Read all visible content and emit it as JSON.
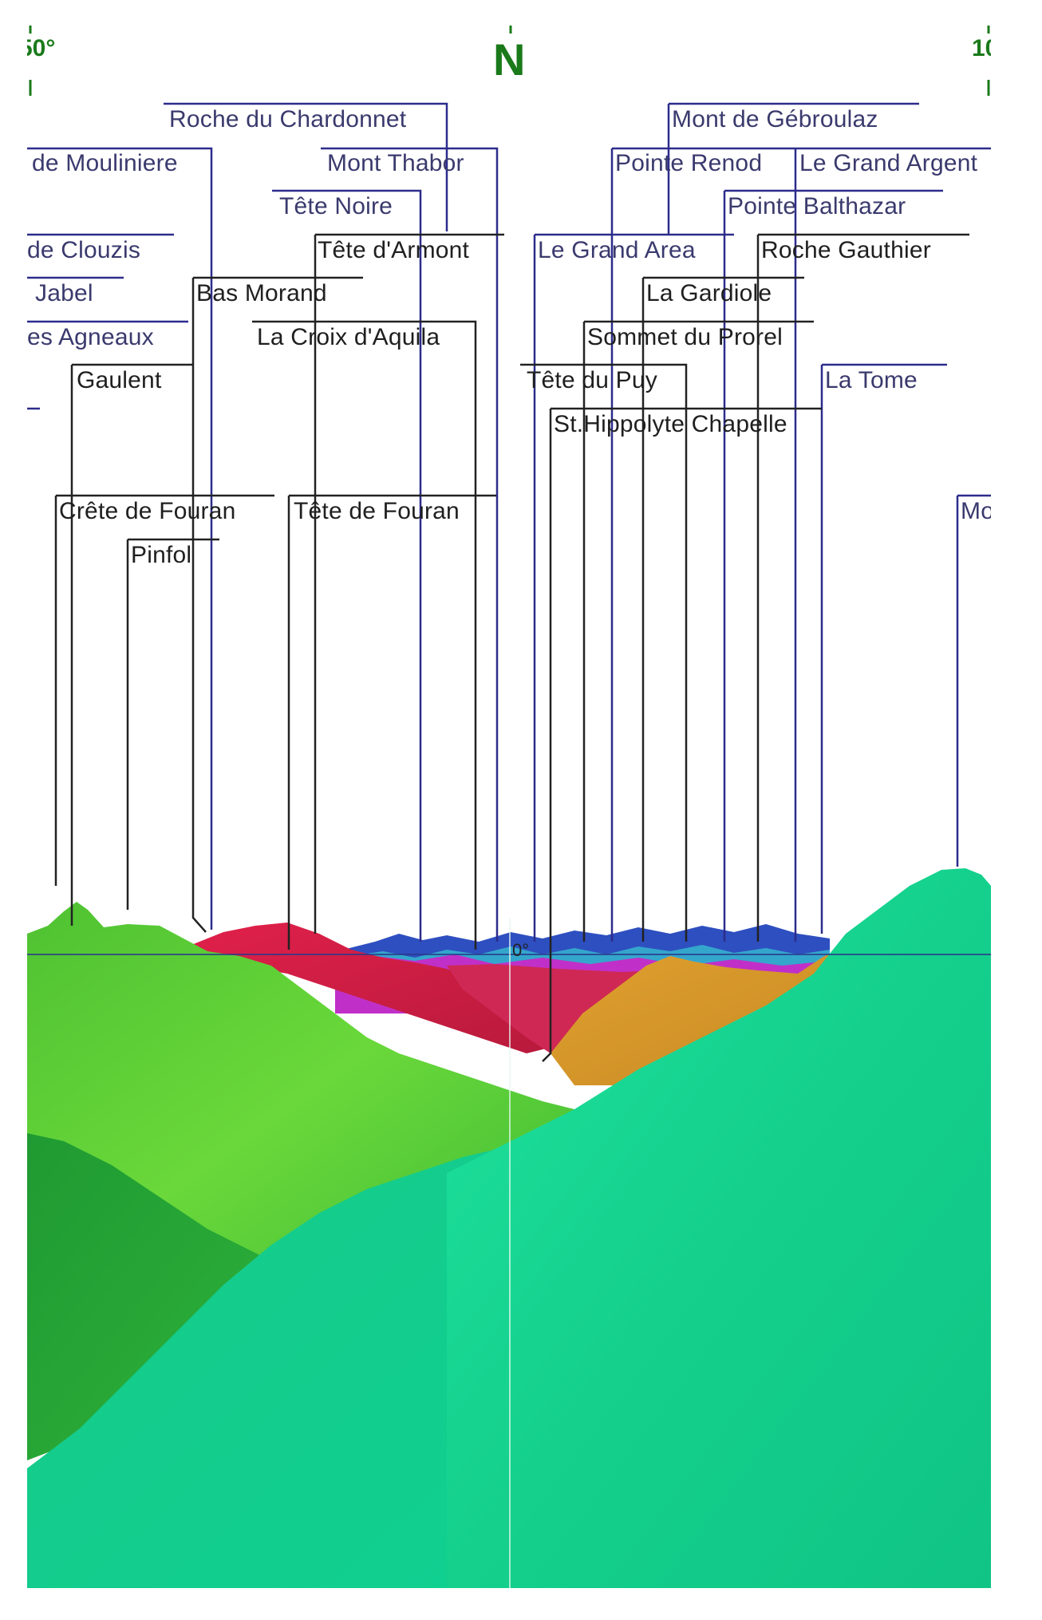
{
  "compass": {
    "left": "50°",
    "center": "N",
    "right": "10"
  },
  "horizon_label": "0°",
  "peaks": [
    {
      "id": "roche-du-chardonnet",
      "name": "Roche du Chardonnet",
      "color": "blue"
    },
    {
      "id": "de-mouliniere",
      "name": "de Mouliniere",
      "color": "blue"
    },
    {
      "id": "mont-thabor",
      "name": "Mont Thabor",
      "color": "blue"
    },
    {
      "id": "tete-noire",
      "name": "Tête Noire",
      "color": "blue"
    },
    {
      "id": "de-clouzis",
      "name": "de Clouzis",
      "color": "blue"
    },
    {
      "id": "tete-darmont",
      "name": "Tête d'Armont",
      "color": "black"
    },
    {
      "id": "jabel",
      "name": "Jabel",
      "color": "blue"
    },
    {
      "id": "bas-morand",
      "name": "Bas Morand",
      "color": "black"
    },
    {
      "id": "es-agneaux",
      "name": "es Agneaux",
      "color": "blue"
    },
    {
      "id": "la-croix-daquila",
      "name": "La Croix d'Aquila",
      "color": "black"
    },
    {
      "id": "gaulent",
      "name": "Gaulent",
      "color": "black"
    },
    {
      "id": "crete-de-fouran",
      "name": "Crête de Fouran",
      "color": "black"
    },
    {
      "id": "tete-de-fouran",
      "name": "Tête de Fouran",
      "color": "black"
    },
    {
      "id": "pinfol",
      "name": "Pinfol",
      "color": "black"
    },
    {
      "id": "mont-de-gebroulaz",
      "name": "Mont de Gébroulaz",
      "color": "blue"
    },
    {
      "id": "pointe-renod",
      "name": "Pointe Renod",
      "color": "blue"
    },
    {
      "id": "le-grand-argent",
      "name": "Le Grand Argent",
      "color": "blue"
    },
    {
      "id": "pointe-balthazar",
      "name": "Pointe Balthazar",
      "color": "blue"
    },
    {
      "id": "le-grand-area",
      "name": "Le Grand Area",
      "color": "blue"
    },
    {
      "id": "roche-gauthier",
      "name": "Roche Gauthier",
      "color": "black"
    },
    {
      "id": "la-gardiole",
      "name": "La Gardiole",
      "color": "black"
    },
    {
      "id": "sommet-du-prorel",
      "name": "Sommet du Prorel",
      "color": "black"
    },
    {
      "id": "tete-du-puy",
      "name": "Tête du Puy",
      "color": "black"
    },
    {
      "id": "la-tome",
      "name": "La Tome",
      "color": "blue"
    },
    {
      "id": "st-hippolyte-chapelle",
      "name": "St.Hippolyte Chapelle",
      "color": "black"
    },
    {
      "id": "mo",
      "name": "Mo",
      "color": "blue"
    }
  ],
  "colors": {
    "ridge_green_light": "#5fd13a",
    "ridge_green_dark": "#2ea030",
    "ridge_teal": "#18d98f",
    "ridge_red": "#d8204a",
    "ridge_orange": "#d89a2a",
    "ridge_magenta": "#c030c8",
    "ridge_blue": "#3050c0",
    "ridge_cyan": "#30a0c8",
    "label_blue_line": "#2c2c8c",
    "label_black_line": "#222222",
    "compass_green": "#1a7a1a"
  }
}
